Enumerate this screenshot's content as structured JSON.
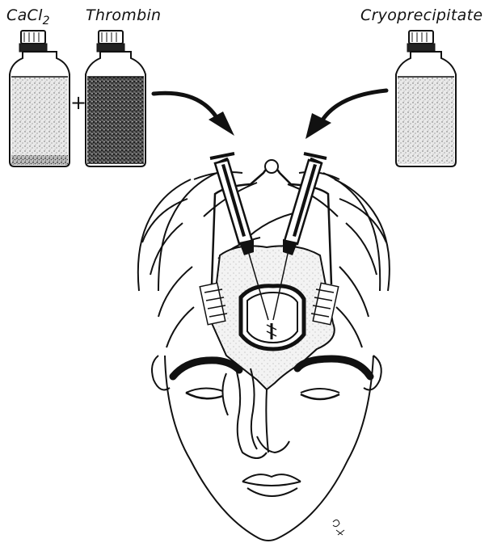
{
  "labels": {
    "cacl2_main": "CaCl",
    "cacl2_sub": "2",
    "thrombin": "Thrombin",
    "cryoprecipitate": "Cryoprecipitate",
    "plus": "+"
  }
}
